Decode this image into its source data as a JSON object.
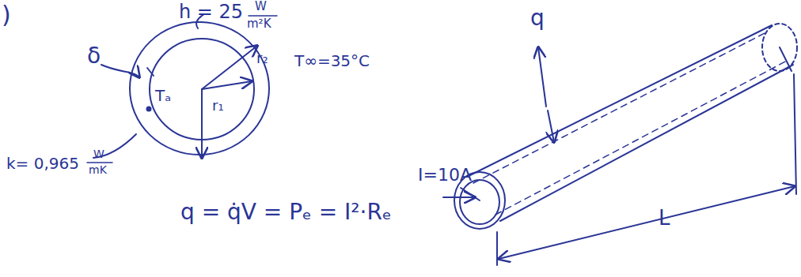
{
  "diagram": {
    "labels": [
      ")",
      "h = 25",
      "W",
      "m²K",
      "δ",
      "T∞=35°C",
      "Tₐ",
      "r₁",
      "r₂",
      "k= 0,965",
      "W",
      "mK",
      "I=10A",
      "q = q̇V = Pₑ = I²·Rₑ",
      "q",
      "L"
    ]
  }
}
